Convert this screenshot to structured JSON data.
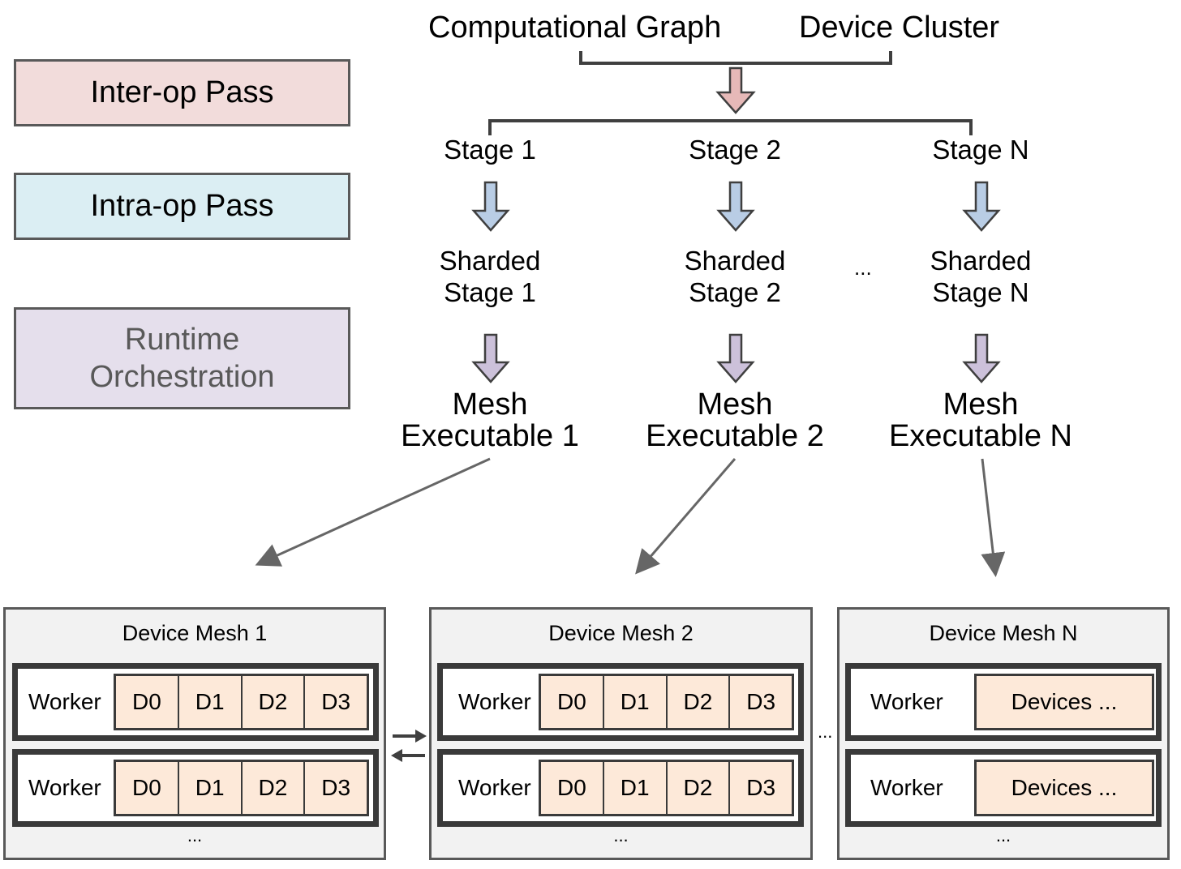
{
  "legend": {
    "inter_op": "Inter-op Pass",
    "intra_op": "Intra-op Pass",
    "runtime_line1": "Runtime",
    "runtime_line2": "Orchestration"
  },
  "inputs": {
    "graph": "Computational Graph",
    "cluster": "Device Cluster"
  },
  "stages": [
    {
      "stage": "Stage 1",
      "sharded_line1": "Sharded",
      "sharded_line2": "Stage 1",
      "exec_line1": "Mesh",
      "exec_line2": "Executable 1"
    },
    {
      "stage": "Stage 2",
      "sharded_line1": "Sharded",
      "sharded_line2": "Stage 2",
      "exec_line1": "Mesh",
      "exec_line2": "Executable 2"
    },
    {
      "stage": "Stage N",
      "sharded_line1": "Sharded",
      "sharded_line2": "Stage N",
      "exec_line1": "Mesh",
      "exec_line2": "Executable N"
    }
  ],
  "ellipsis": "...",
  "meshes": [
    {
      "title": "Device Mesh 1",
      "rows": [
        {
          "worker": "Worker",
          "devices": [
            "D0",
            "D1",
            "D2",
            "D3"
          ]
        },
        {
          "worker": "Worker",
          "devices": [
            "D0",
            "D1",
            "D2",
            "D3"
          ]
        }
      ],
      "more": "..."
    },
    {
      "title": "Device Mesh 2",
      "rows": [
        {
          "worker": "Worker",
          "devices": [
            "D0",
            "D1",
            "D2",
            "D3"
          ]
        },
        {
          "worker": "Worker",
          "devices": [
            "D0",
            "D1",
            "D2",
            "D3"
          ]
        }
      ],
      "more": "..."
    },
    {
      "title": "Device Mesh N",
      "rows": [
        {
          "worker": "Worker",
          "devices": [
            "Devices ..."
          ]
        },
        {
          "worker": "Worker",
          "devices": [
            "Devices ..."
          ]
        }
      ],
      "more": "..."
    }
  ],
  "colors": {
    "inter_op": "#f2dcdb",
    "intra_op": "#dbeef3",
    "runtime": "#e5dfec",
    "device": "#fde9d9",
    "mesh_bg": "#f2f2f2",
    "arrow_inter": "#e6b9b8",
    "arrow_intra": "#b9cde5",
    "arrow_runtime": "#ccc1da"
  }
}
